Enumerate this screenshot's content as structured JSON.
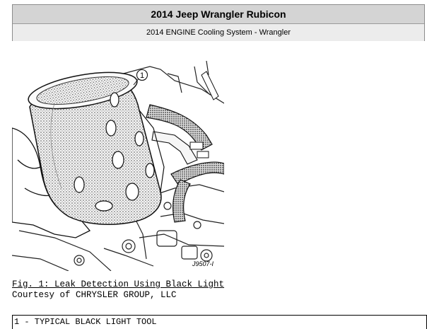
{
  "header": {
    "title": "2014 Jeep Wrangler Rubicon",
    "subtitle": "2014 ENGINE Cooling System - Wrangler"
  },
  "figure": {
    "callout_number": "1",
    "drawing_id": "J9507-I",
    "illustration_icon": "black-light-tool-illustration"
  },
  "caption": {
    "title": "Fig. 1: Leak Detection Using Black Light",
    "courtesy": "Courtesy of CHRYSLER GROUP, LLC"
  },
  "legend": {
    "items": [
      "1 - TYPICAL BLACK LIGHT TOOL"
    ]
  }
}
